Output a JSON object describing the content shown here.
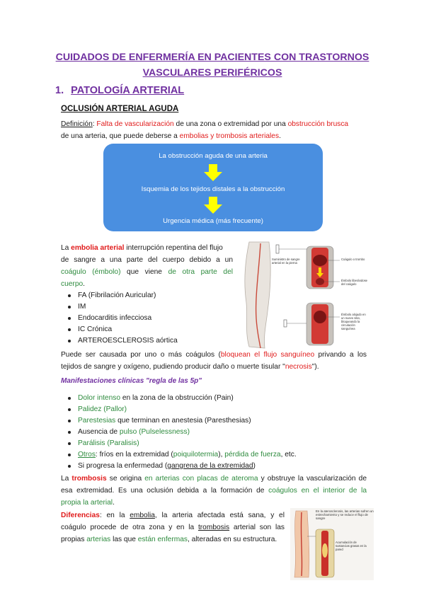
{
  "doc": {
    "title_line1": "CUIDADOS DE ENFERMERÍA EN PACIENTES CON TRASTORNOS",
    "title_line2": "VASCULARES PERIFÉRICOS",
    "section_num": "1.",
    "section_title": "PATOLOGÍA ARTERIAL",
    "subsection": "OCLUSIÓN ARTERIAL AGUDA"
  },
  "definition": {
    "label": "Definición",
    "colon": ": ",
    "p1": "Falta de vascularización",
    "p2": " de una zona o extremidad por una ",
    "p3": "obstrucción brusca",
    "p4": "de una arteria, que puede deberse a ",
    "p5": "embolias y trombosis arteriales",
    "p6": "."
  },
  "flow": {
    "step1": "La obstrucción aguda de una arteria",
    "step2": "Isquemia de los tejidos distales a la obstrucción",
    "step3": "Urgencia médica (más frecuente)"
  },
  "embolia": {
    "pre": "La ",
    "term": "embolia arterial",
    "s1": " interrupción repentina del flujo",
    "s2": "de sangre a una parte del cuerpo debido a un",
    "s3": "coágulo (émbolo)",
    "s4": " que viene ",
    "s5": "de otra parte del",
    "s6": "cuerpo",
    "s7": "."
  },
  "causes": [
    "FA (Fibrilación Auricular)",
    "IM",
    "Endocarditis infecciosa",
    "IC Crónica",
    "ARTEROESCLEROSIS aórtica"
  ],
  "causada": {
    "a": "Puede ser causada por uno o más coágulos (",
    "b": "bloquean el flujo sanguíneo",
    "c": " privando a los",
    "d": "tejidos de sangre y oxígeno, pudiendo producir daño o muerte tisular \"",
    "e": "necrosis",
    "f": "\")."
  },
  "manifestaciones": {
    "title": "Manifestaciones clínicas \"regla de las 5p\"",
    "items": [
      {
        "g": "Dolor intenso",
        "r": " en la zona de la obstrucción (Pain)"
      },
      {
        "g": "Palidez (Pallor)",
        "r": ""
      },
      {
        "g": "Parestesias",
        "r": " que terminan en anestesia (Paresthesias)"
      },
      {
        "pre": "Ausencia de ",
        "g": "pulso (Pulselessness)",
        "r": ""
      },
      {
        "g": "Parálisis (Paralisis)",
        "r": ""
      }
    ],
    "otros": {
      "a": "Otros",
      "b": ": fríos en la extremidad (",
      "c": "poiquilotermia",
      "d": "), ",
      "e": "pérdida de fuerza",
      "f": ", etc."
    },
    "progresa": {
      "a": "Si progresa la enfermedad (",
      "b": "gangrena de la extremidad",
      "c": ")"
    }
  },
  "trombosis": {
    "a": "La ",
    "b": "trombosis",
    "c": " se origina ",
    "d": "en arterias con placas de ateroma",
    "e": " y obstruye la vascularización de",
    "f": "esa extremidad. Es una oclusión debida a la formación de ",
    "g": "coágulos en el interior de la",
    "h": "propia la arterial",
    "i": "."
  },
  "diferencias": {
    "a": "Diferencias",
    "b": ": en la ",
    "c": "embolia",
    "d": ", la arteria afectada está sana, y el",
    "e": "coágulo procede de otra zona y en la ",
    "f": "trombosis",
    "g": " arterial son las",
    "h": "propias ",
    "i": "arterias",
    "j": " las que ",
    "k": "están enfermas",
    "l": ", alteradas en su estructura."
  },
  "figure1": {
    "label_left": "Suministro de sangre arterial en la pierna",
    "label_top": "Coágulo o trombo",
    "label_mid": "Émbolo liberándose del coágulo",
    "label_bottom": "Émbolo alojado en un nuevo sitio, bloqueando la circulación sanguínea"
  },
  "figure2": {
    "caption": "En la aterosclerosis, las arterias sufren un estrechamiento y se reduce el flujo de sangre",
    "label": "Acumulación de sustancias grasas en la pared"
  },
  "colors": {
    "purple": "#7030a0",
    "red": "#e01b1b",
    "green": "#2e8b3e",
    "box": "#4a8fe0",
    "arrow": "#ffff00"
  }
}
